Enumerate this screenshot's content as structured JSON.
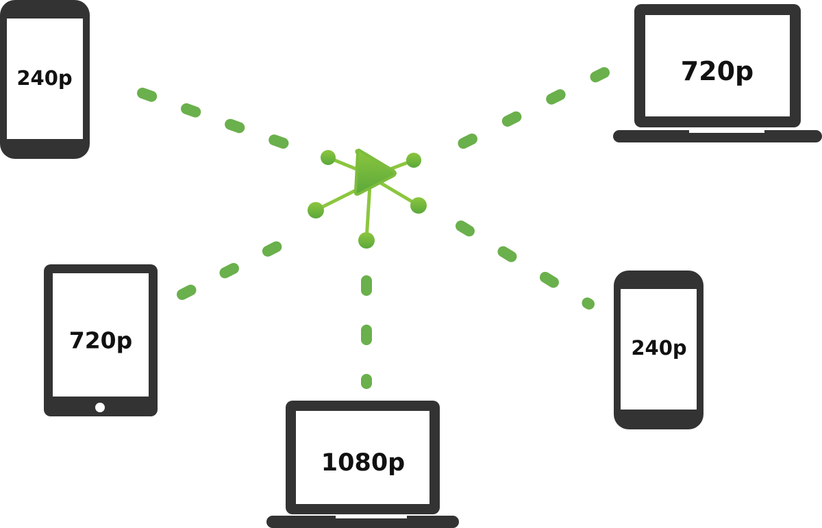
{
  "colors": {
    "device": "#333333",
    "screen": "#ffffff",
    "link": "#6ab04c",
    "hub_light": "#8cc63f",
    "hub_dark": "#5aa83a"
  },
  "hub": {
    "icon": "play-network-icon"
  },
  "devices": [
    {
      "id": "phone-top-left",
      "kind": "phone",
      "label": "240p"
    },
    {
      "id": "laptop-top-right",
      "kind": "laptop",
      "label": "720p"
    },
    {
      "id": "tablet-left",
      "kind": "tablet",
      "label": "720p"
    },
    {
      "id": "laptop-bottom",
      "kind": "laptop",
      "label": "1080p"
    },
    {
      "id": "phone-right",
      "kind": "phone",
      "label": "240p"
    }
  ]
}
